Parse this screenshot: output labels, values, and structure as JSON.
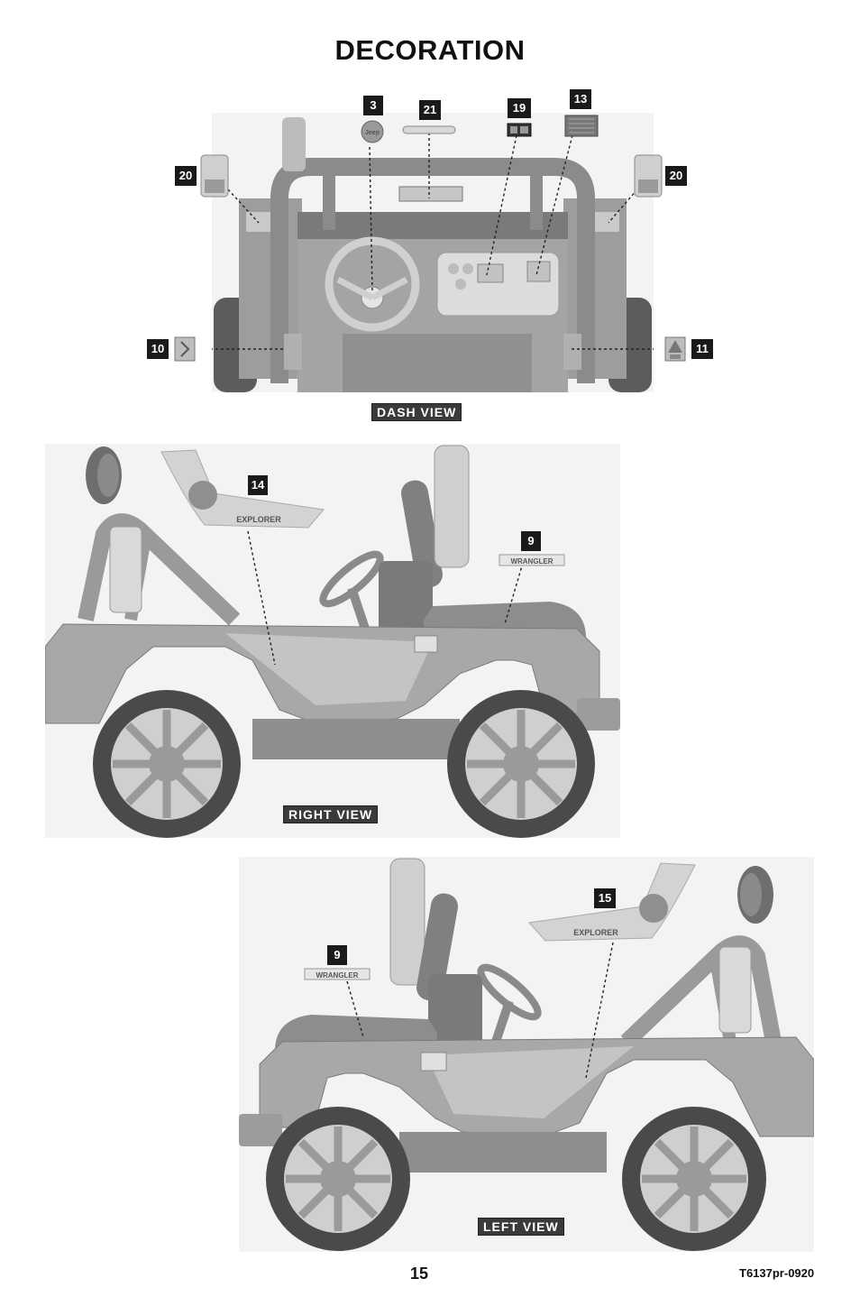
{
  "page": {
    "title": "DECORATION",
    "page_number": "15",
    "document_code": "T6137pr-0920"
  },
  "views": {
    "dash": "DASH VIEW",
    "right": "RIGHT VIEW",
    "left": "LEFT VIEW"
  },
  "callouts": {
    "dash": [
      "3",
      "21",
      "19",
      "13",
      "20",
      "20",
      "10",
      "11"
    ],
    "right": [
      "14",
      "9"
    ],
    "left": [
      "9",
      "15"
    ]
  },
  "decal_text": {
    "jeep": "Jeep",
    "wrangler": "WRANGLER",
    "explorer": "EXPLORER"
  },
  "colors": {
    "body_gray": "#a8a8a8",
    "dark_gray": "#6e6e6e",
    "panel_bg": "#f3f3f3",
    "callout_bg": "#1a1a1a"
  }
}
